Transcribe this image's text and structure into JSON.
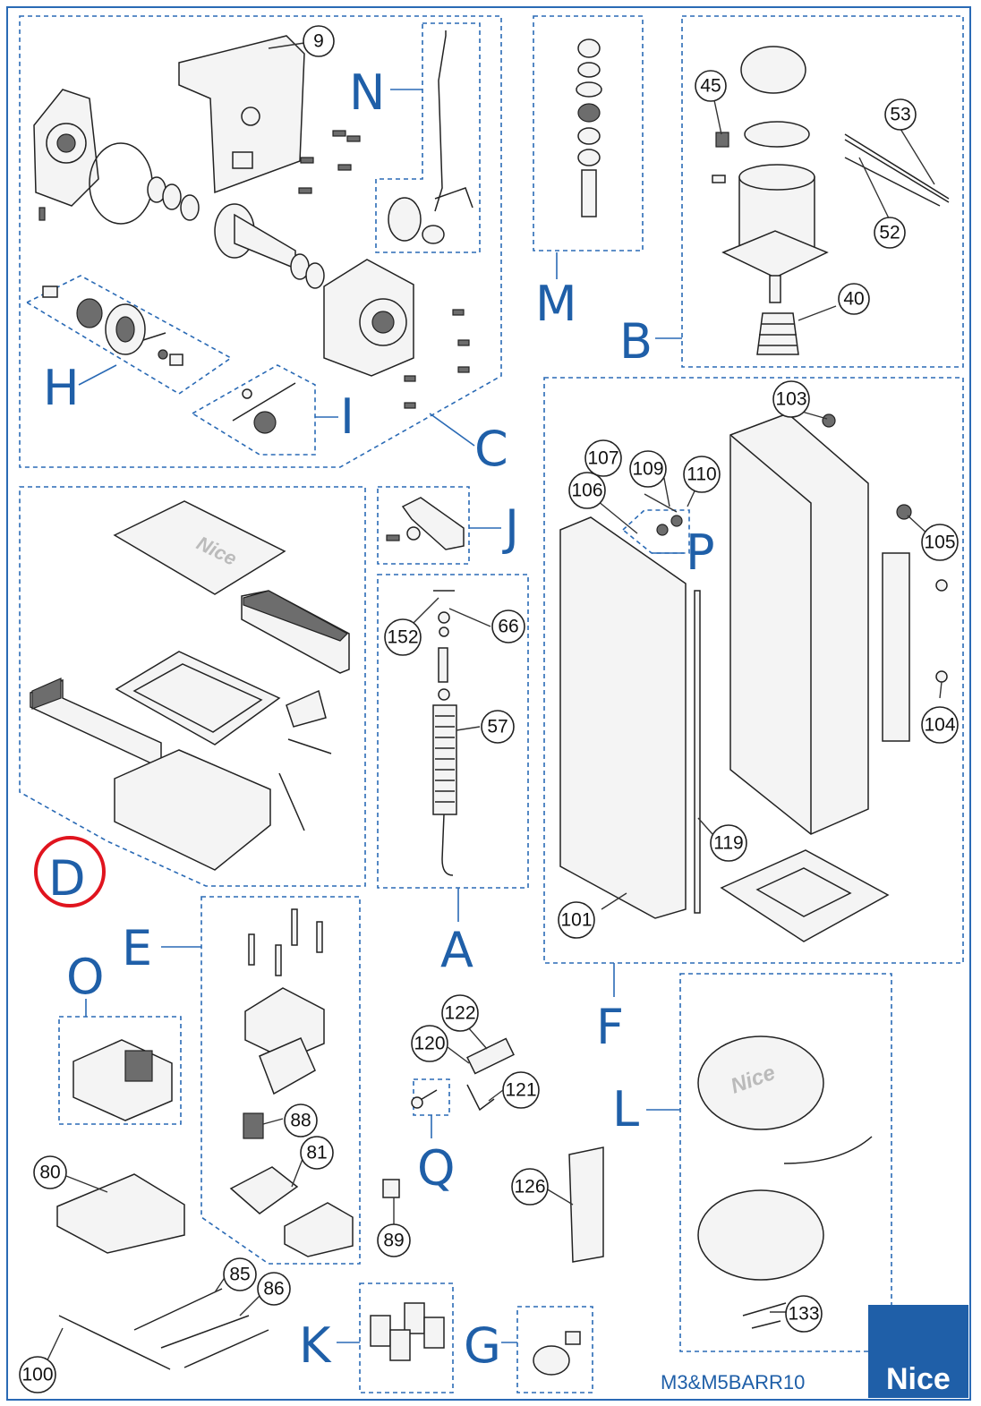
{
  "groups": {
    "A": "A",
    "B": "B",
    "C": "C",
    "D": "D",
    "E": "E",
    "F": "F",
    "G": "G",
    "H": "H",
    "I": "I",
    "J": "J",
    "K": "K",
    "L": "L",
    "M": "M",
    "N": "N",
    "O": "O",
    "P": "P",
    "Q": "Q"
  },
  "callouts": {
    "c9": "9",
    "c45": "45",
    "c53": "53",
    "c52": "52",
    "c40": "40",
    "c103": "103",
    "c107": "107",
    "c109": "109",
    "c110": "110",
    "c106": "106",
    "c105": "105",
    "c104": "104",
    "c119": "119",
    "c101": "101",
    "c152": "152",
    "c66": "66",
    "c57": "57",
    "c122": "122",
    "c120": "120",
    "c121": "121",
    "c88": "88",
    "c81": "81",
    "c80": "80",
    "c89": "89",
    "c126": "126",
    "c85": "85",
    "c86": "86",
    "c100": "100",
    "c133": "133"
  },
  "embossed_logo": "Nice",
  "footer": {
    "drawing_code": "M3&M5BARR10",
    "brand": "Nice"
  },
  "highlight": {
    "group": "D",
    "color": "#e0141e"
  },
  "colors": {
    "group_blue": "#1f5fa8",
    "brand_blue": "#1f5fa8",
    "highlight_red": "#e0141e"
  }
}
